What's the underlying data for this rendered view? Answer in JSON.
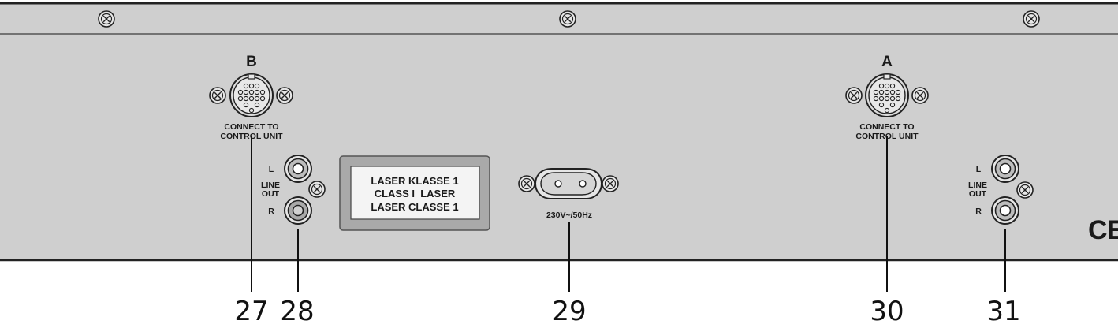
{
  "panel": {
    "connectors": {
      "b": {
        "letter": "B",
        "label_line1": "CONNECT TO",
        "label_line2": "CONTROL UNIT"
      },
      "a": {
        "letter": "A",
        "label_line1": "CONNECT TO",
        "label_line2": "CONTROL UNIT"
      }
    },
    "line_out_left": {
      "l": "L",
      "line": "LINE",
      "out": "OUT",
      "r": "R"
    },
    "line_out_right": {
      "l": "L",
      "line": "LINE",
      "out": "OUT",
      "r": "R"
    },
    "laser_label": {
      "line1": "LASER KLASSE 1",
      "line2": "CLASS I  LASER",
      "line3": "LASER CLASSE 1"
    },
    "power": {
      "rating": "230V~/50Hz"
    },
    "ce_mark": "CE"
  },
  "callouts": [
    "27",
    "28",
    "29",
    "30",
    "31"
  ]
}
